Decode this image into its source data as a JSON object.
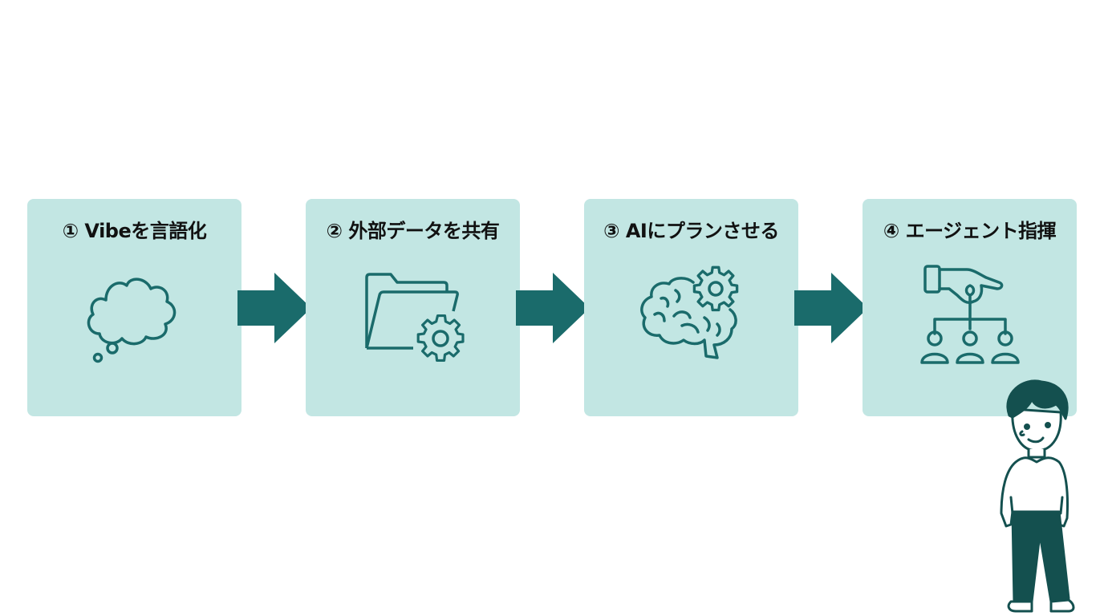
{
  "colors": {
    "card_bg": "#c2e6e3",
    "accent": "#1a6b6b",
    "dark": "#14504f",
    "text": "#111111",
    "background": "#ffffff"
  },
  "steps": [
    {
      "number": "①",
      "title": "① Vibeを言語化",
      "icon": "thought-bubble-icon"
    },
    {
      "number": "②",
      "title": "② 外部データを共有",
      "icon": "folder-gear-icon"
    },
    {
      "number": "③",
      "title": "③ AIにプランさせる",
      "icon": "brain-gear-icon"
    },
    {
      "number": "④",
      "title": "④ エージェント指揮",
      "icon": "hand-org-chart-icon"
    }
  ],
  "arrows": [
    {
      "icon": "right-arrow-icon"
    },
    {
      "icon": "right-arrow-icon"
    },
    {
      "icon": "right-arrow-icon"
    }
  ],
  "character": {
    "icon": "person-illustration"
  }
}
